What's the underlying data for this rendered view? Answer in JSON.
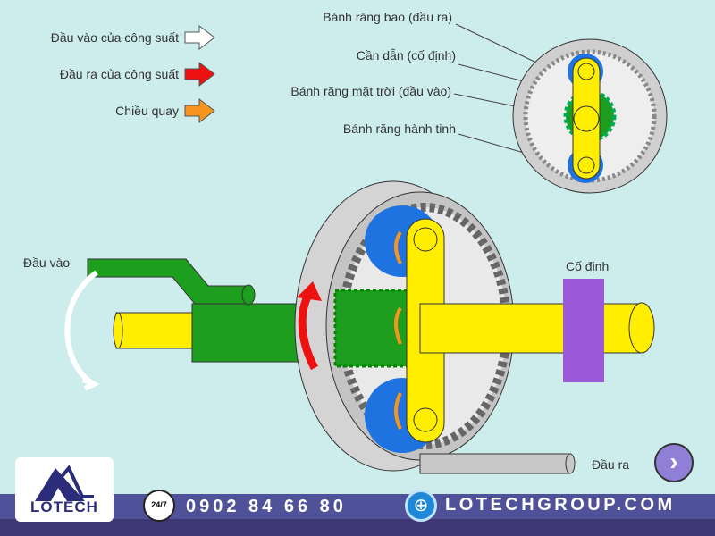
{
  "legend": [
    {
      "label": "Đầu vào của công suất",
      "color": "#ffffff"
    },
    {
      "label": "Đầu ra của công suất",
      "color": "#ee1111"
    },
    {
      "label": "Chiều quay",
      "color": "#f7941d"
    }
  ],
  "inset_labels": [
    "Bánh răng bao (đầu ra)",
    "Cần dẫn (cố định)",
    "Bánh răng mặt trời (đầu vào)",
    "Bánh răng hành tinh"
  ],
  "main_labels": {
    "input": "Đầu vào",
    "fixed": "Cố định",
    "output": "Đầu ra"
  },
  "footer": {
    "logo": "LOTECH",
    "phone_badge": "24/7",
    "phone": "0902 84 66 80",
    "website": "LOTECHGROUP.COM"
  },
  "colors": {
    "background": "#cdecec",
    "sun": "#1e9e1e",
    "carrier": "#ffee00",
    "planet": "#1e73e0",
    "ring": "#c8c8c8",
    "fixed": "#9b59d9",
    "bar": "#4f5199"
  }
}
